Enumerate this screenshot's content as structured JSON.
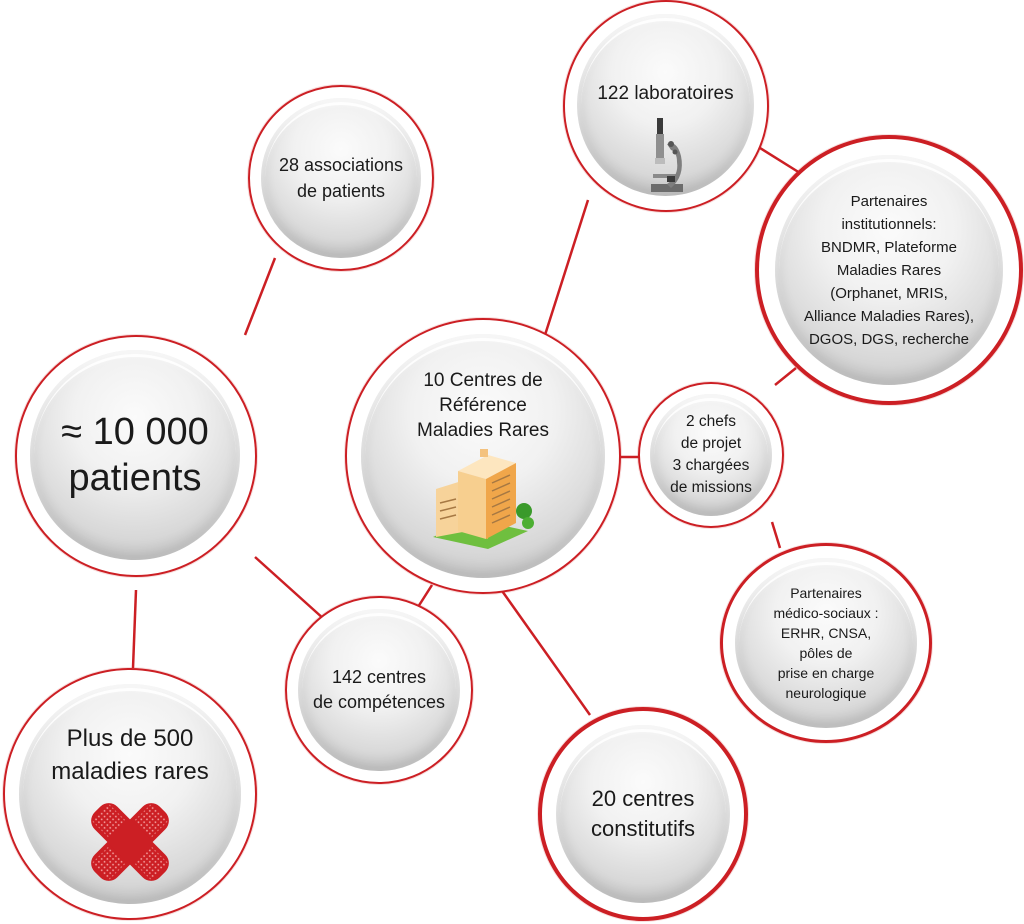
{
  "diagram": {
    "colors": {
      "accent": "#cc1f24",
      "sphere_light": "#f4f4f4",
      "sphere_dark": "#b4b4b4",
      "text": "#1a1a1a"
    },
    "nodes": {
      "patients": {
        "label": "≈ 10 000\npatients"
      },
      "associations": {
        "label": "28 associations\nde patients"
      },
      "laboratoires": {
        "label": "122 laboratoires",
        "icon": "microscope-icon"
      },
      "partenaires_institutionnels": {
        "label": "Partenaires\ninstitutionnels:\nBNDMR, Plateforme\nMaladies Rares\n(Orphanet, MRIS,\nAlliance Maladies Rares),\nDGOS, DGS, recherche"
      },
      "centres_reference": {
        "label": "10 Centres de\nRéférence\nMaladies Rares",
        "icon": "hospital-building-icon"
      },
      "chefs_projet": {
        "label": "2 chefs\nde projet\n3 chargées\nde missions"
      },
      "partenaires_medico_sociaux": {
        "label": "Partenaires\nmédico-sociaux :\nERHR, CNSA,\npôles de\nprise en charge\nneurologique"
      },
      "centres_competences": {
        "label": "142 centres\nde compétences"
      },
      "centres_constitutifs": {
        "label": "20 centres\nconstitutifs"
      },
      "maladies_rares": {
        "label": "Plus de 500\nmaladies rares",
        "icon": "bandage-cross-icon"
      }
    },
    "links": [
      [
        "patients",
        "associations"
      ],
      [
        "patients",
        "centres_competences"
      ],
      [
        "patients",
        "maladies_rares"
      ],
      [
        "centres_reference",
        "laboratoires"
      ],
      [
        "centres_reference",
        "chefs_projet"
      ],
      [
        "centres_reference",
        "centres_competences"
      ],
      [
        "centres_reference",
        "centres_constitutifs"
      ],
      [
        "laboratoires",
        "partenaires_institutionnels"
      ],
      [
        "chefs_projet",
        "partenaires_institutionnels"
      ],
      [
        "chefs_projet",
        "partenaires_medico_sociaux"
      ]
    ]
  }
}
